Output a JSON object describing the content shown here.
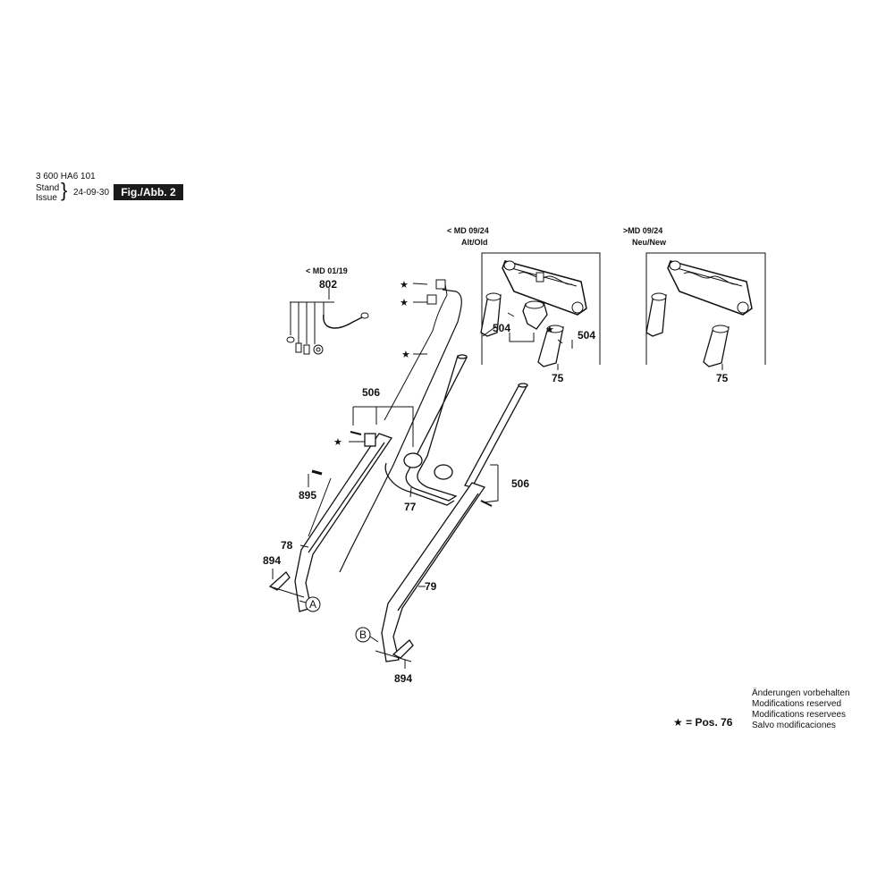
{
  "header": {
    "doc_number": "3 600 HA6 101",
    "stand": "Stand",
    "issue": "Issue",
    "date": "24-09-30",
    "figure": "Fig./Abb. 2"
  },
  "variants": {
    "old": {
      "code": "< MD 09/24",
      "name": "Alt/Old"
    },
    "new": {
      "code": ">MD 09/24",
      "name": "Neu/New"
    },
    "cable": {
      "code": "< MD 01/19"
    }
  },
  "parts": {
    "p802": "802",
    "p506a": "506",
    "p506b": "506",
    "p895": "895",
    "p77": "77",
    "p78": "78",
    "p79": "79",
    "p894a": "894",
    "p894b": "894",
    "p504a": "504",
    "p504b": "504",
    "p75a": "75",
    "p75b": "75"
  },
  "callouts": {
    "a": "A",
    "b": "B"
  },
  "legend": {
    "star": "★",
    "text": "= Pos. 76"
  },
  "notes": [
    "Änderungen vorbehalten",
    "Modifications reserved",
    "Modifications reservees",
    "Salvo modificaciones"
  ]
}
